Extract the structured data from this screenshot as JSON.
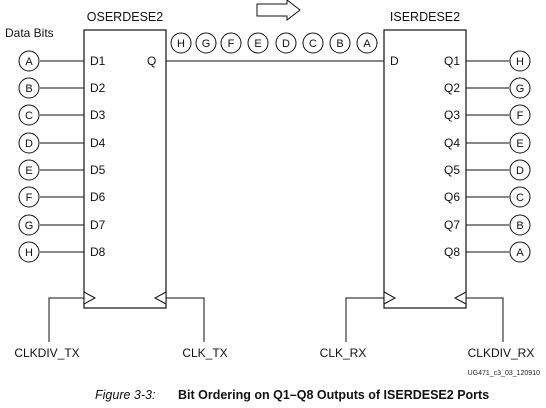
{
  "title_left": "OSERDESE2",
  "title_right": "ISERDESE2",
  "data_bits_label": "Data Bits",
  "left_inputs": [
    {
      "port": "D1",
      "bit": "A"
    },
    {
      "port": "D2",
      "bit": "B"
    },
    {
      "port": "D3",
      "bit": "C"
    },
    {
      "port": "D4",
      "bit": "D"
    },
    {
      "port": "D5",
      "bit": "E"
    },
    {
      "port": "D6",
      "bit": "F"
    },
    {
      "port": "D7",
      "bit": "G"
    },
    {
      "port": "D8",
      "bit": "H"
    }
  ],
  "left_output_port": "Q",
  "serial_bits": [
    "H",
    "G",
    "F",
    "E",
    "D",
    "C",
    "B",
    "A"
  ],
  "right_input_port": "D",
  "right_outputs": [
    {
      "port": "Q1",
      "bit": "H"
    },
    {
      "port": "Q2",
      "bit": "G"
    },
    {
      "port": "Q3",
      "bit": "F"
    },
    {
      "port": "Q4",
      "bit": "E"
    },
    {
      "port": "Q5",
      "bit": "D"
    },
    {
      "port": "Q6",
      "bit": "C"
    },
    {
      "port": "Q7",
      "bit": "B"
    },
    {
      "port": "Q8",
      "bit": "A"
    }
  ],
  "clocks": {
    "clkdiv_tx": "CLKDIV_TX",
    "clk_tx": "CLK_TX",
    "clk_rx": "CLK_RX",
    "clkdiv_rx": "CLKDIV_RX"
  },
  "doc_id": "UG471_c3_03_120910",
  "caption": {
    "figure": "Figure 3-3:",
    "text": "Bit Ordering on Q1–Q8 Outputs of ISERDESE2 Ports"
  }
}
